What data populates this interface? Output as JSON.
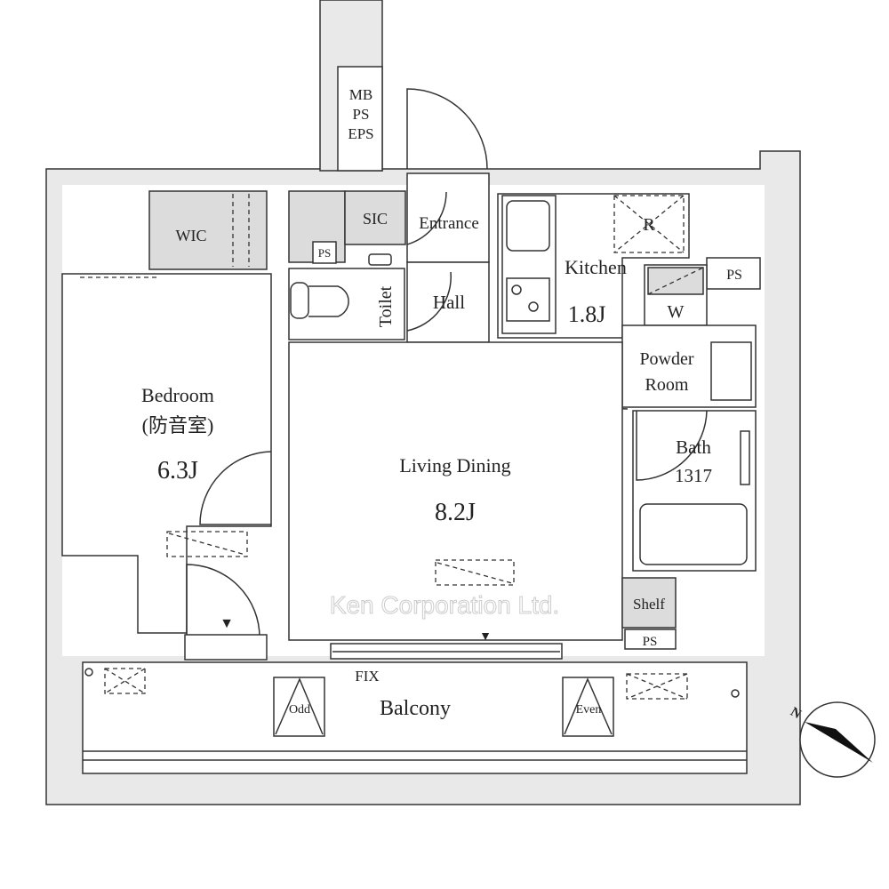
{
  "floorplan": {
    "shaft": {
      "line1": "MB",
      "line2": "PS",
      "line3": "EPS"
    },
    "rooms": {
      "wic": "WIC",
      "sic": "SIC",
      "ps_small": "PS",
      "entrance": "Entrance",
      "hall": "Hall",
      "toilet": "Toilet",
      "kitchen": {
        "name": "Kitchen",
        "size": "1.8J"
      },
      "refrigerator": "R",
      "washer": "W",
      "ps_kitchen": "PS",
      "powder_room": {
        "line1": "Powder",
        "line2": "Room"
      },
      "bath": {
        "name": "Bath",
        "size": "1317"
      },
      "bedroom": {
        "name": "Bedroom",
        "note": "(防音室)",
        "size": "6.3J"
      },
      "living_dining": {
        "name": "Living Dining",
        "size": "8.2J"
      },
      "shelf": "Shelf",
      "ps_shelf": "PS",
      "balcony": "Balcony",
      "fix": "FIX",
      "outdoor_unit_odd": "Odd",
      "outdoor_unit_even": "Even"
    },
    "watermark": "Ken Corporation Ltd.",
    "compass": {
      "label": "N"
    }
  }
}
